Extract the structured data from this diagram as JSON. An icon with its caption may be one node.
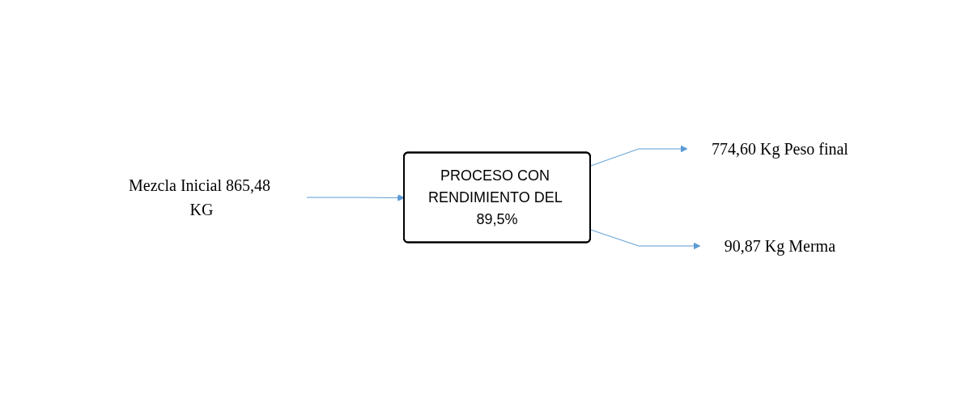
{
  "diagram": {
    "nodes": [
      {
        "text": [
          "Mezcla Inicial 865,48 KG"
        ]
      },
      {
        "text": [
          "PROCESO CON RENDIMIENTO DEL 89,5%"
        ]
      },
      {
        "text": [
          "774,60 Kg Peso final"
        ]
      },
      {
        "text": [
          "90,87 Kg Merma"
        ]
      }
    ],
    "edges": [
      {
        "from": 0,
        "to": 1,
        "arrow": "to"
      },
      {
        "from": 1,
        "to": 2,
        "arrow": "to"
      },
      {
        "from": 1,
        "to": 3,
        "arrow": "to"
      }
    ]
  }
}
